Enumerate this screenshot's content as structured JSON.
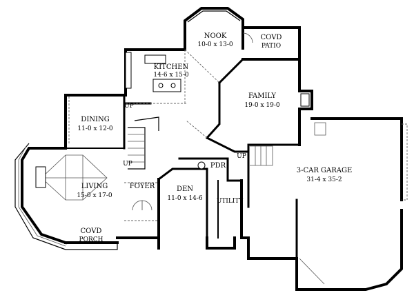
{
  "rooms": [
    {
      "id": "nook",
      "name": "NOOK",
      "dim": "10-0 x 13-0"
    },
    {
      "id": "patio",
      "name": "COVD",
      "dim": "PATIO"
    },
    {
      "id": "kitchen",
      "name": "KITCHEN",
      "dim": "14-6 x 15-0"
    },
    {
      "id": "family",
      "name": "FAMILY",
      "dim": "19-0 x 19-0"
    },
    {
      "id": "dining",
      "name": "DINING",
      "dim": "11-0 x 12-0"
    },
    {
      "id": "living",
      "name": "LIVING",
      "dim": "15-0 x 17-0"
    },
    {
      "id": "foyer",
      "name": "FOYER",
      "dim": ""
    },
    {
      "id": "den",
      "name": "DEN",
      "dim": "11-0 x 14-6"
    },
    {
      "id": "garage",
      "name": "3-CAR GARAGE",
      "dim": "31-4 x 35-2"
    },
    {
      "id": "porch",
      "name": "COVD",
      "dim": "PORCH"
    }
  ],
  "labels": {
    "pdr": "PDR",
    "utility": "UTILITY",
    "up_dining": "UP",
    "up_foyer": "UP",
    "up_garage": "UP"
  }
}
